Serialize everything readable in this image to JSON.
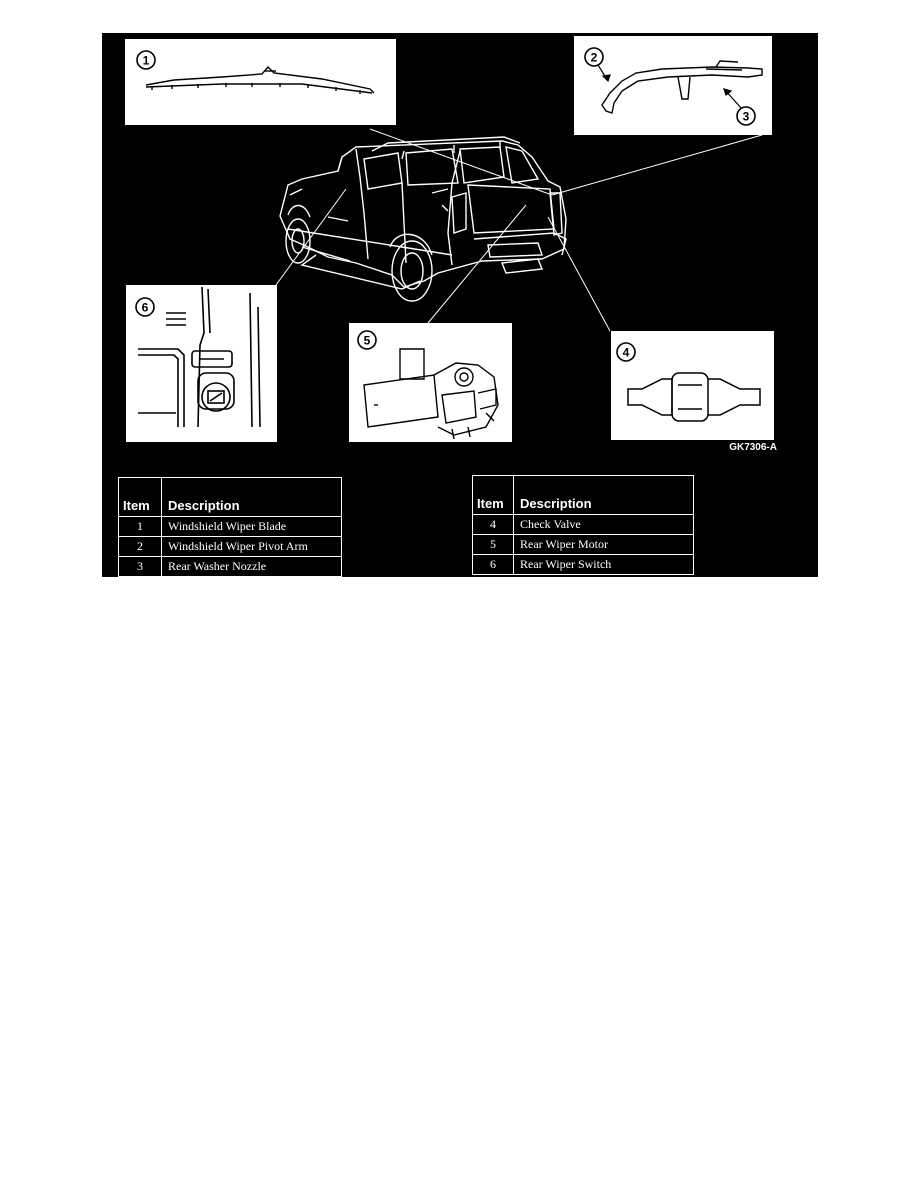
{
  "callouts": {
    "c1": "1",
    "c2": "2",
    "c3": "3",
    "c4": "4",
    "c5": "5",
    "c6": "6"
  },
  "figure_code": "GK7306-A",
  "legend": {
    "header_item": "Item",
    "header_description": "Description",
    "left": [
      {
        "item": "1",
        "description": "Windshield Wiper Blade"
      },
      {
        "item": "2",
        "description": "Windshield Wiper Pivot Arm"
      },
      {
        "item": "3",
        "description": "Rear Washer Nozzle"
      }
    ],
    "right": [
      {
        "item": "4",
        "description": "Check Valve"
      },
      {
        "item": "5",
        "description": "Rear Wiper Motor"
      },
      {
        "item": "6",
        "description": "Rear Wiper Switch"
      }
    ]
  },
  "colors": {
    "background": "#000000",
    "lines": "#ffffff",
    "page": "#ffffff"
  }
}
